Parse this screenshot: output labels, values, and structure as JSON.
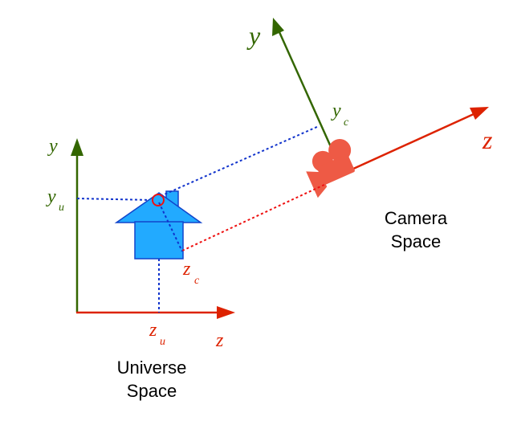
{
  "colors": {
    "y_axis": "#336600",
    "z_axis": "#dd2200",
    "projection_y": "#1133cc",
    "projection_z": "#ee1111",
    "house_fill": "#22aaff",
    "house_stroke": "#1144cc",
    "camera": "#ee5a45",
    "point_stroke": "#ee1111"
  },
  "universe": {
    "y_axis_label": "y",
    "z_axis_label": "z",
    "yu_main": "y",
    "yu_sub": "u",
    "zu_main": "z",
    "zu_sub": "u",
    "caption_line1": "Universe",
    "caption_line2": "Space"
  },
  "camera_space": {
    "y_axis_label": "y",
    "z_axis_label": "z",
    "yc_main": "y",
    "yc_sub": "c",
    "zc_main": "z",
    "zc_sub": "c",
    "caption_line1": "Camera",
    "caption_line2": "Space"
  },
  "icons": {
    "object": "house-icon",
    "viewer": "movie-camera-icon",
    "point": "point-marker-icon"
  }
}
